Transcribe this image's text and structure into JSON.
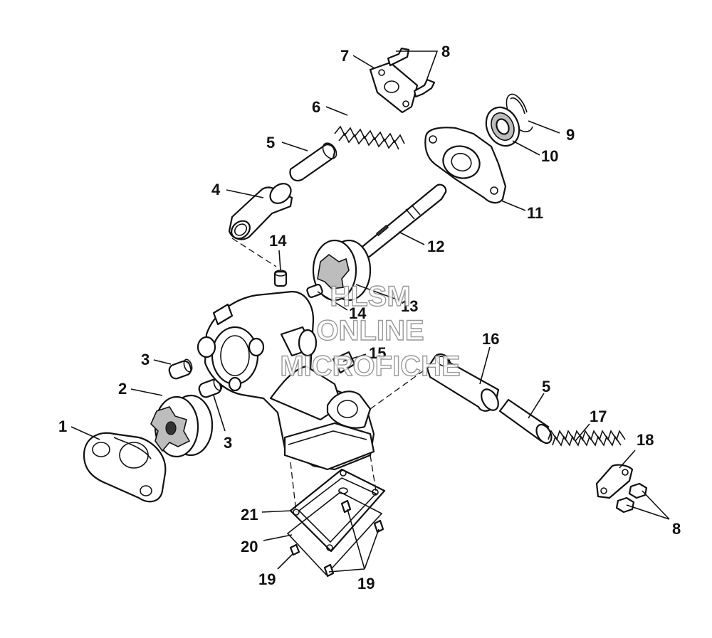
{
  "callouts": {
    "c1": "1",
    "c2": "2",
    "c3a": "3",
    "c3b": "3",
    "c4": "4",
    "c5a": "5",
    "c5b": "5",
    "c6": "6",
    "c7": "7",
    "c8a": "8",
    "c8b": "8",
    "c9": "9",
    "c10": "10",
    "c11": "11",
    "c12": "12",
    "c13": "13",
    "c14a": "14",
    "c14b": "14",
    "c15": "15",
    "c16": "16",
    "c17": "17",
    "c18": "18",
    "c19a": "19",
    "c19b": "19",
    "c20": "20",
    "c21": "21"
  },
  "watermark": {
    "line1": "HLSM",
    "line2": "ONLINE",
    "line3": "MICROFICHE"
  },
  "colors": {
    "ink": "#111111",
    "shade": "#bdbdbd",
    "background": "#ffffff"
  }
}
